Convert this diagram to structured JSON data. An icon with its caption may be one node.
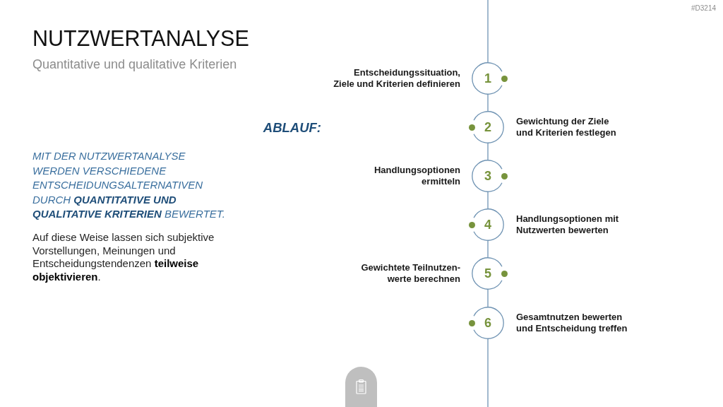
{
  "diagram": {
    "title": "NUTZWERTANALYSE",
    "nodes": [
      {
        "text": [
          "1"
        ],
        "beside": [
          "Entscheidungssituation, Ziele und Kriterien definieren"
        ]
      },
      {
        "text": [
          "2"
        ],
        "beside": [
          "Gewichtung der Ziele und Kriterien festlegen"
        ]
      },
      {
        "text": [
          "3"
        ],
        "beside": [
          "Handlungsoptionen ermitteln"
        ]
      },
      {
        "text": [
          "4"
        ],
        "beside": [
          "Handlungsoptionen mit Nutzwerten bewerten"
        ]
      },
      {
        "text": [
          "5"
        ],
        "beside": [
          "Gewichtete Teilnutzen- werte berechnen"
        ]
      },
      {
        "text": [
          "6"
        ],
        "beside": [
          "Gesamtnutzen bewerten und Entscheidung treffen"
        ]
      }
    ],
    "edges": [
      {
        "from": null,
        "to": 0,
        "arrow": "none"
      },
      {
        "from": 0,
        "to": 1,
        "arrow": "none"
      },
      {
        "from": 1,
        "to": 2,
        "arrow": "none"
      },
      {
        "from": 2,
        "to": 3,
        "arrow": "none"
      },
      {
        "from": 3,
        "to": 4,
        "arrow": "none"
      },
      {
        "from": 4,
        "to": 5,
        "arrow": "none"
      },
      {
        "from": 5,
        "to": null,
        "arrow": "none"
      }
    ],
    "labels": [
      "#D3214",
      "Quantitative und qualitative Kriterien",
      "ABLAUF:",
      "MIT DER NUTZWERTANALYSE WERDEN VERSCHIEDENE ENTSCHEIDUNGSALTERNATIVEN DURCH **QUANTITATIVE UND QUALITATIVE KRITERIEN** BEWERTET.",
      "Auf diese Weise lassen sich subjektive Vorstellungen, Meinungen und Entscheidungstendenzen **teilweise objektivieren**."
    ]
  }
}
